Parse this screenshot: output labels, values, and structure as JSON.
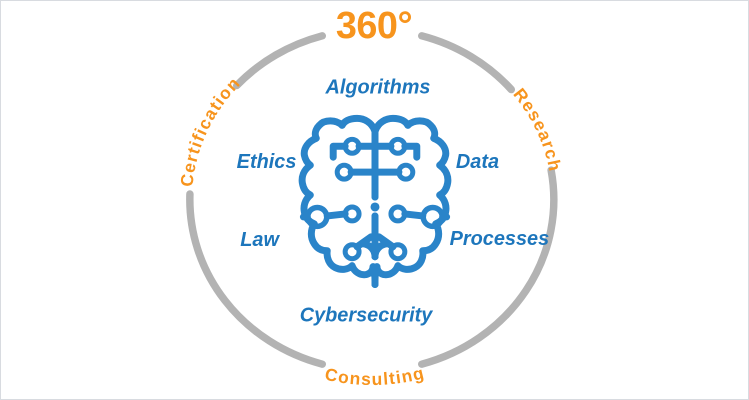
{
  "diagram": {
    "title": "360°",
    "icon": "circuit-brain-icon",
    "outer_ring_labels": [
      {
        "label": "Certification",
        "position": "upper-left"
      },
      {
        "label": "Research",
        "position": "upper-right"
      },
      {
        "label": "Consulting",
        "position": "bottom"
      }
    ],
    "inner_labels": [
      {
        "label": "Algorithms",
        "position": "top"
      },
      {
        "label": "Ethics",
        "position": "left"
      },
      {
        "label": "Data",
        "position": "right"
      },
      {
        "label": "Law",
        "position": "lower-left"
      },
      {
        "label": "Processes",
        "position": "lower-right"
      },
      {
        "label": "Cybersecurity",
        "position": "bottom"
      }
    ],
    "colors": {
      "accent_orange": "#F7941D",
      "primary_blue": "#1D76BC",
      "brain_blue": "#2A84C9",
      "ring_gray": "#B3B3B3"
    }
  }
}
